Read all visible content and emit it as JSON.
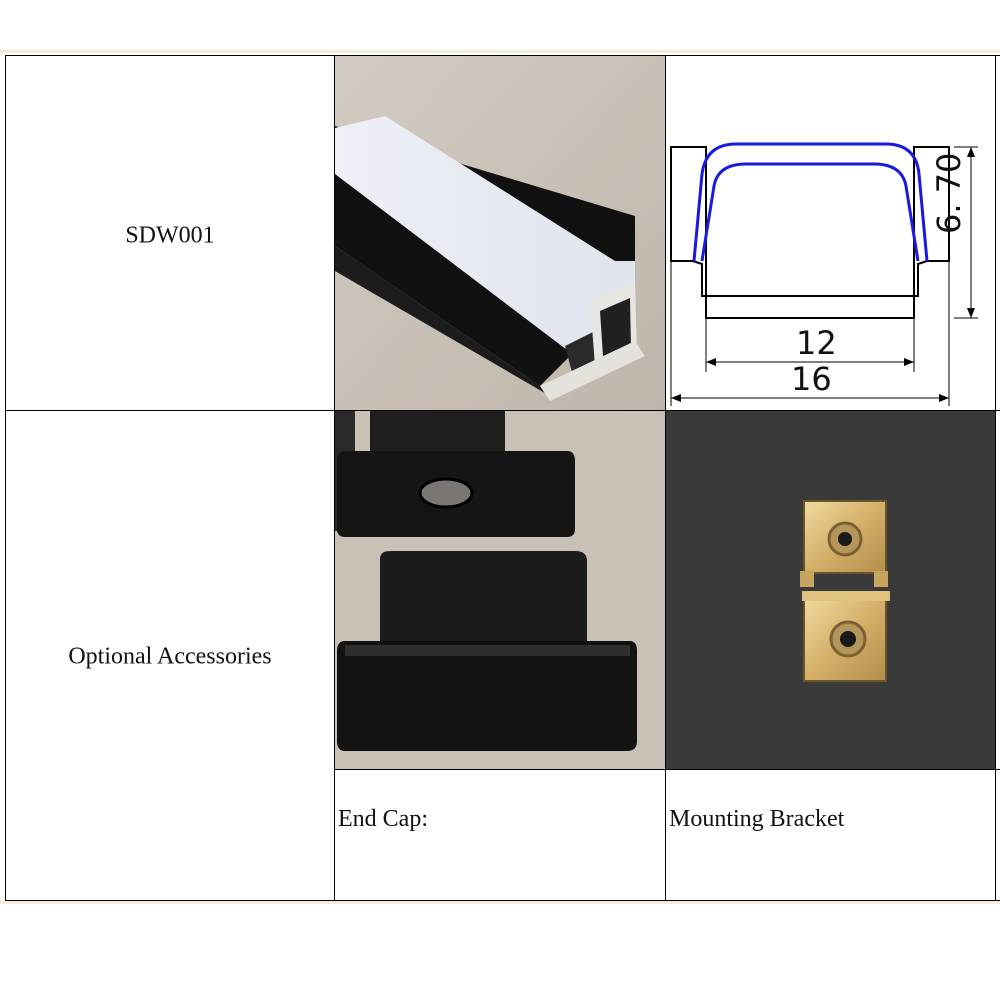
{
  "table": {
    "row1": {
      "model": "SDW001"
    },
    "row2": {
      "section": "Optional Accessories"
    },
    "captions": {
      "end_cap": "End Cap:",
      "bracket": "Mounting Bracket"
    }
  },
  "profile_drawing": {
    "inner_width": "12",
    "outer_width": "16",
    "height": "6. 70"
  },
  "colors": {
    "grid": "#000000",
    "page_rule": "#f3ecd6",
    "diffuser_outline": "#1a1adf",
    "photo_background": "#c9c1b6",
    "bracket_brass": "#d9b76a"
  },
  "icons": [
    "aluminum-profile-photo",
    "profile-cross-section-drawing",
    "end-cap-photo",
    "mounting-bracket-photo"
  ]
}
